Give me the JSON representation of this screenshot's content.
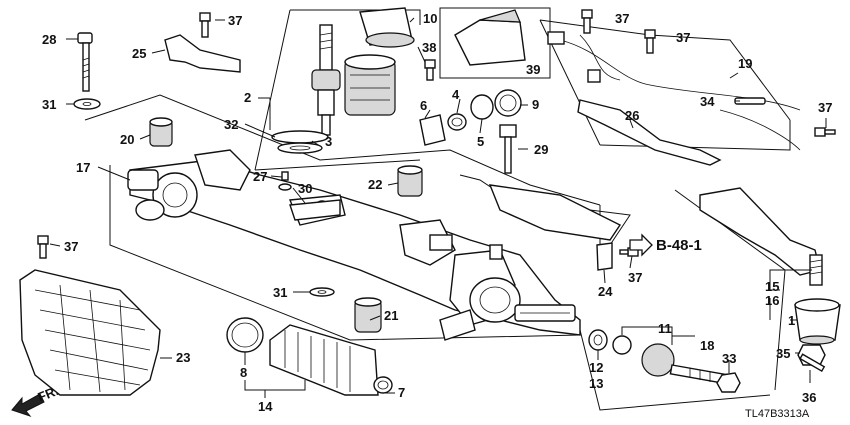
{
  "diagram": {
    "callouts": [
      "1",
      "2",
      "3",
      "4",
      "5",
      "6",
      "7",
      "8",
      "9",
      "10",
      "11",
      "12",
      "13",
      "14",
      "15",
      "16",
      "17",
      "18",
      "19",
      "20",
      "21",
      "22",
      "23",
      "24",
      "25",
      "26",
      "27",
      "28",
      "29",
      "30",
      "31",
      "31",
      "32",
      "33",
      "34",
      "35",
      "36",
      "37",
      "37",
      "37",
      "37",
      "37",
      "37",
      "38",
      "39"
    ],
    "reference_label": "B-48-1",
    "direction_label": "FR.",
    "figure_code": "TL47B3313A"
  }
}
